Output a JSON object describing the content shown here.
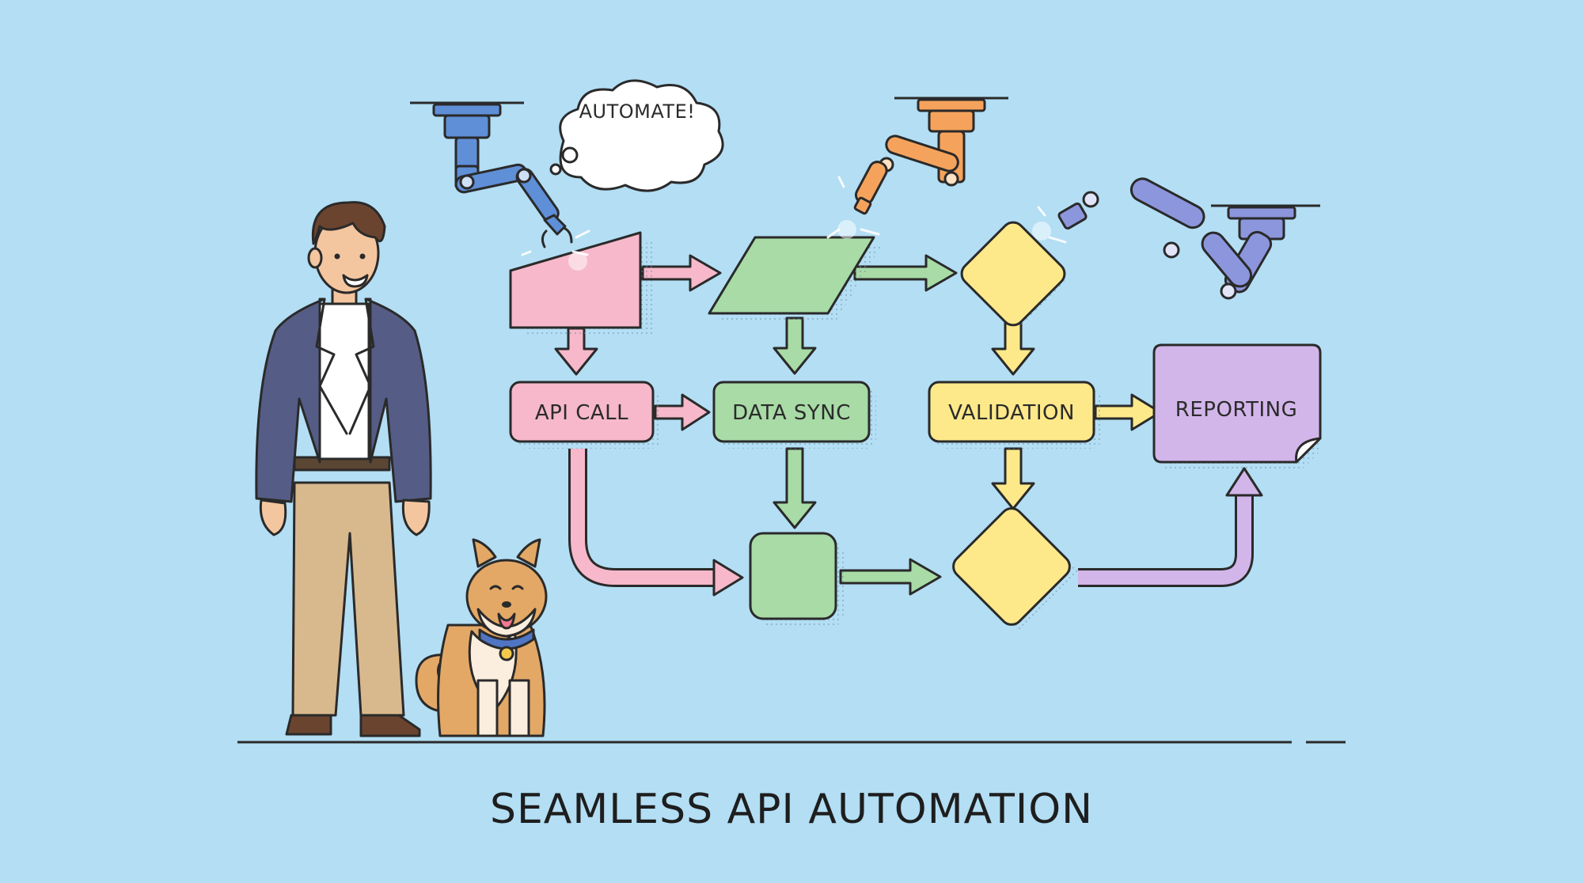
{
  "title": "SEAMLESS API AUTOMATION",
  "speech_bubble": "AUTOMATE!",
  "nodes": {
    "api_call": "API CALL",
    "data_sync": "DATA SYNC",
    "validation": "VALIDATION",
    "reporting": "REPORTING"
  },
  "colors": {
    "background": "#b3def4",
    "pink": "#f6b8ca",
    "green": "#a8dba6",
    "yellow": "#fde98a",
    "purple": "#d2b6ea",
    "robot_blue": "#5f8fd6",
    "robot_orange": "#f5a35c",
    "robot_purple": "#8c96dc"
  },
  "icons": [
    "robot-arm",
    "person",
    "shiba-dog",
    "thought-bubble"
  ]
}
